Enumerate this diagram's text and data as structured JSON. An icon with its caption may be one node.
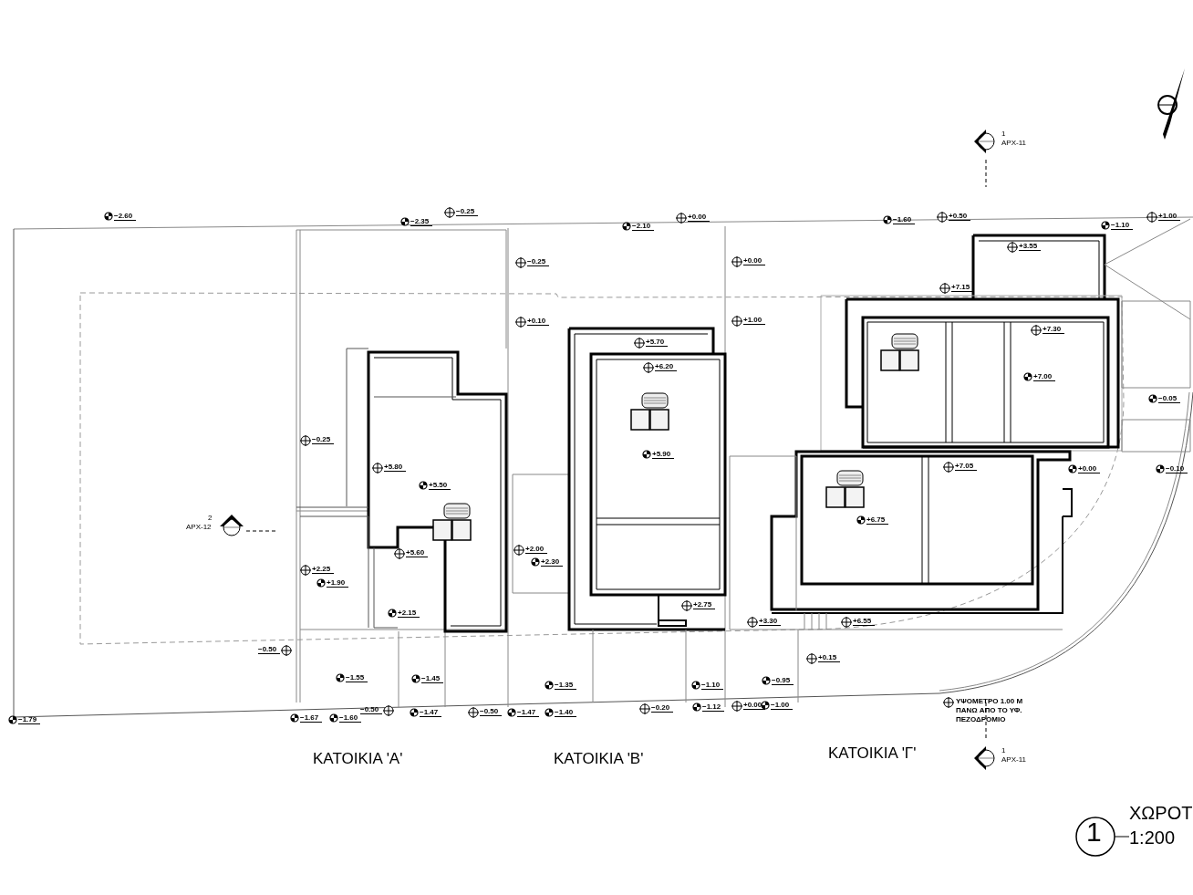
{
  "diagram": {
    "labels": [
      "1",
      "ΑΡΧ-11",
      "−2.60",
      "−2.35",
      "−0.25",
      "−2.10",
      "+0.00",
      "−1.60",
      "+0.50",
      "−1.10",
      "+1.00",
      "+3.55",
      "−0.25",
      "+0.00",
      "+7.15",
      "+0.10",
      "+1.00",
      "+7.30",
      "+5.70",
      "+6.20",
      "+7.00",
      "−0.05",
      "−0.25",
      "+5.90",
      "+7.05",
      "+0.00",
      "−0.10",
      "+5.80",
      "+5.50",
      "2",
      "ΑΡΧ-12",
      "+6.75",
      "+2.00",
      "+5.60",
      "+2.30",
      "+2.25",
      "+1.90",
      "+2.75",
      "+2.15",
      "+3.30",
      "+6.55",
      "−0.50",
      "+0.15",
      "−0.95",
      "−1.55",
      "−1.45",
      "−1.35",
      "−1.10",
      "−1.79",
      "−1.67",
      "−1.60",
      "−0.50",
      "−1.47",
      "−0.50",
      "−1.47",
      "−1.40",
      "−0.20",
      "−1.12",
      "+0.00",
      "−1.00",
      "ΥΨΟΜΕΤΡΟ 1.00 Μ ΠΑΝΩ ΑΠΟ ΤΟ ΥΦ. ΠΕΖΟΔΡΟΜΙΟ",
      "ΚΑΤΟΙΚΙΑ 'Α'",
      "ΚΑΤΟΙΚΙΑ 'Β'",
      "ΚΑΤΟΙΚΙΑ 'Γ'",
      "1",
      "ΑΡΧ-11",
      "1",
      "ΧΩΡΟΤ",
      "1:200"
    ]
  }
}
